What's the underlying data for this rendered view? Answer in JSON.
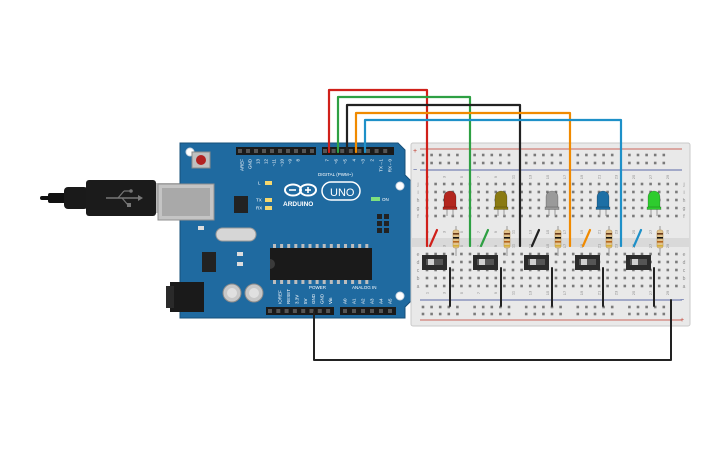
{
  "board": {
    "brand": "ARDUINO",
    "model": "UNO",
    "digital_header_label": "DIGITAL (PWM~)",
    "power_header_label": "POWER",
    "analog_header_label": "ANALOG IN",
    "on_label": "ON",
    "led_labels": {
      "l": "L",
      "tx": "TX",
      "rx": "RX"
    },
    "top_pin_labels": [
      "AREF",
      "GND",
      "13",
      "12",
      "~11",
      "~10",
      "~9",
      "8",
      "7",
      "~6",
      "~5",
      "4",
      "~3",
      "2",
      "TX→1",
      "RX←0"
    ],
    "power_pin_labels": [
      "IOREF",
      "RESET",
      "3.3V",
      "5V",
      "GND",
      "GND",
      "Vin"
    ],
    "analog_pin_labels": [
      "A0",
      "A1",
      "A2",
      "A3",
      "A4",
      "A5"
    ]
  },
  "breadboard": {
    "row_letters_top": [
      "j",
      "i",
      "h",
      "g",
      "f"
    ],
    "row_letters_bottom": [
      "e",
      "d",
      "c",
      "b",
      "a"
    ],
    "rail_plus": "+",
    "rail_minus": "−"
  },
  "components": {
    "led_colors": [
      "#b3261e",
      "#8a7a12",
      "#9a9a9a",
      "#1d6fa5",
      "#2ecc2e"
    ],
    "wire_colors": {
      "red": "#d0201a",
      "green": "#2ea043",
      "black": "#222222",
      "orange": "#f08a00",
      "blue": "#1e90c8"
    }
  }
}
